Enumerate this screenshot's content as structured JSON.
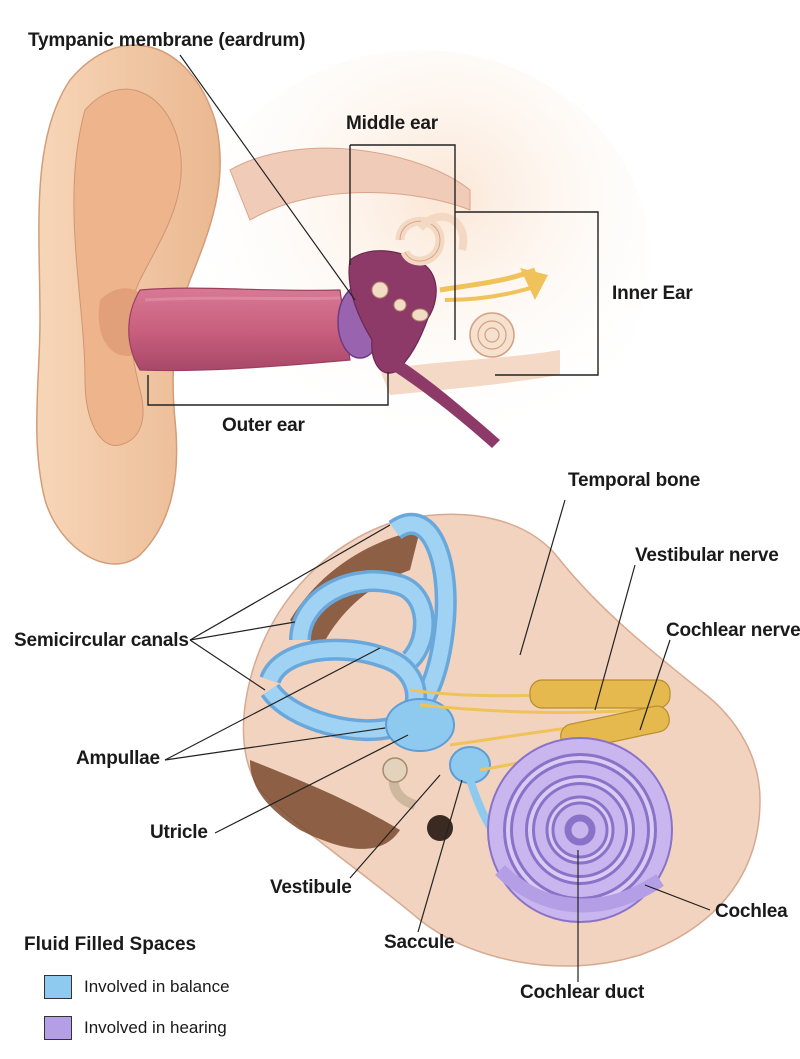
{
  "labels": {
    "tympanic_membrane": "Tympanic membrane (eardrum)",
    "middle_ear": "Middle ear",
    "inner_ear": "Inner Ear",
    "outer_ear": "Outer ear",
    "temporal_bone": "Temporal bone",
    "vestibular_nerve": "Vestibular nerve",
    "cochlear_nerve": "Cochlear nerve",
    "semicircular_canals": "Semicircular canals",
    "ampullae": "Ampullae",
    "utricle": "Utricle",
    "vestibule": "Vestibule",
    "saccule": "Saccule",
    "cochlea": "Cochlea",
    "cochlear_duct": "Cochlear duct"
  },
  "legend": {
    "title": "Fluid Filled Spaces",
    "items": [
      {
        "label": "Involved in balance",
        "color": "#8ec9ef"
      },
      {
        "label": "Involved in hearing",
        "color": "#b49ee6"
      }
    ]
  },
  "colors": {
    "skin": "#f2c7a4",
    "canal": "#c45c7a",
    "middle_ear": "#8e3a68",
    "bone": "#f3d4c2",
    "balance": "#8ec9ef",
    "hearing": "#b49ee6",
    "nerve": "#f0c25a"
  }
}
